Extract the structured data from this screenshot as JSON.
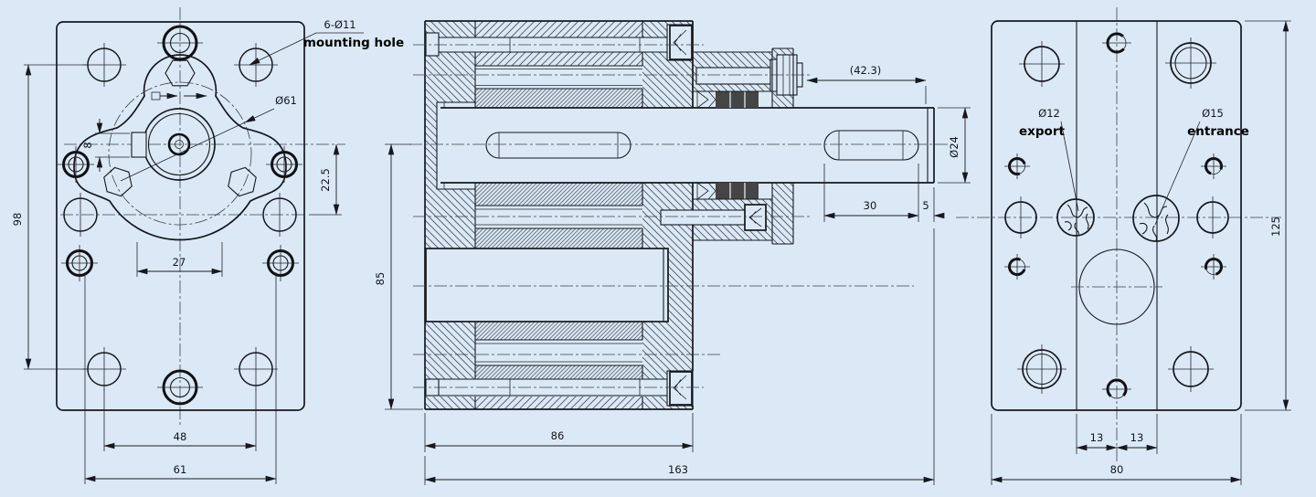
{
  "colors": {
    "background": "#dbe9f6",
    "line": "#17171c",
    "seal": "#454545"
  },
  "front_view": {
    "callout_dia": "6-Ø11",
    "callout_label": "mounting hole",
    "flange_dia": "Ø61",
    "dim_height": "98",
    "dim_port_offset": "22.5",
    "dim_key_width": "8",
    "dim_gear_center": "27",
    "dim_hole_span": "48",
    "dim_width": "61"
  },
  "section_view": {
    "dim_shaft_ext": "(42.3)",
    "dim_shaft_dia": "Ø24",
    "dim_key_len": "30",
    "dim_key_end": "5",
    "dim_body_height": "85",
    "dim_body_len": "86",
    "dim_total_len": "163"
  },
  "rear_view": {
    "port_out_dia": "Ø12",
    "port_out_label": "export",
    "port_in_dia": "Ø15",
    "port_in_label": "entrance",
    "dim_height": "125",
    "dim_port_left": "13",
    "dim_port_right": "13",
    "dim_width": "80"
  }
}
